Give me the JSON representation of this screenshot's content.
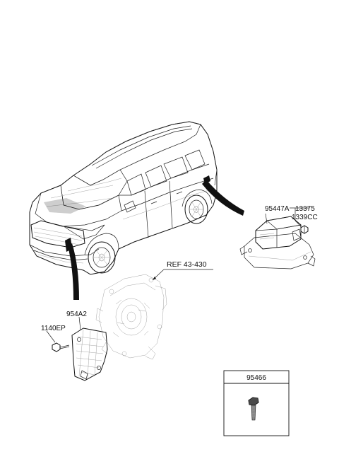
{
  "diagram": {
    "labels": {
      "ref": "REF 43-430",
      "module": "95447A",
      "nut": "13375",
      "bolt_right": "1339CC",
      "bracket": "954A2",
      "bolt_left": "1140EP"
    },
    "callout_box": {
      "part_number": "95466"
    }
  }
}
